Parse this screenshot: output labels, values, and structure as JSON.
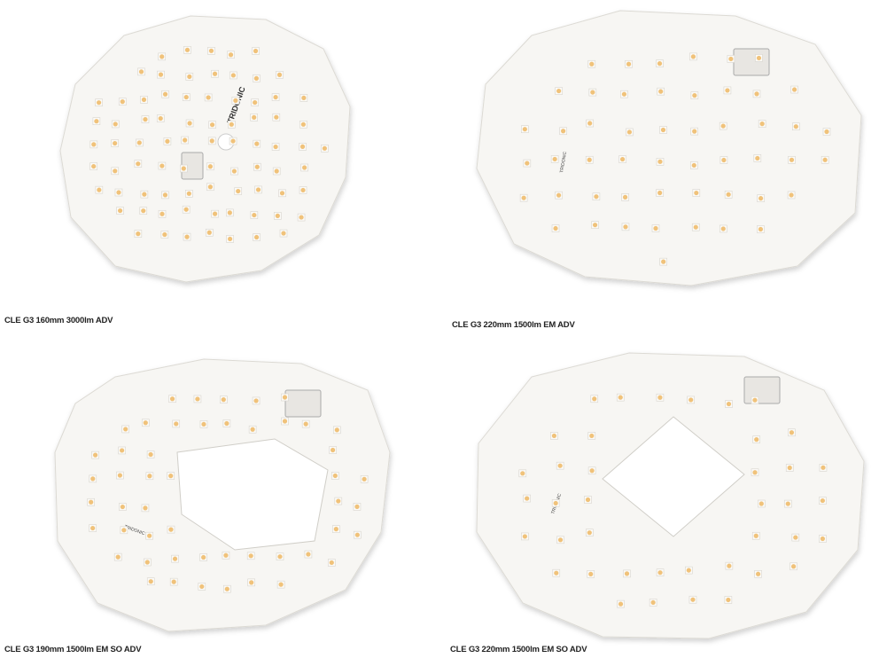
{
  "products": [
    {
      "caption": "CLE G3 160mm 3000lm ADV",
      "logo_text": "TRIDONIC"
    },
    {
      "caption": "CLE G3 220mm 1500lm EM ADV",
      "logo_text": "TRIDONIC"
    },
    {
      "caption": "CLE G3 190mm 1500lm EM SO ADV",
      "logo_text": "TRIDONIC"
    },
    {
      "caption": "CLE G3 220mm 1500lm EM SO ADV",
      "logo_text": "TRIDONIC"
    }
  ],
  "colors": {
    "board": "#f7f6f3",
    "board_edge": "#dcdad4",
    "led_body": "#fbfaf7",
    "led_phosphor": "#f0c27a"
  }
}
